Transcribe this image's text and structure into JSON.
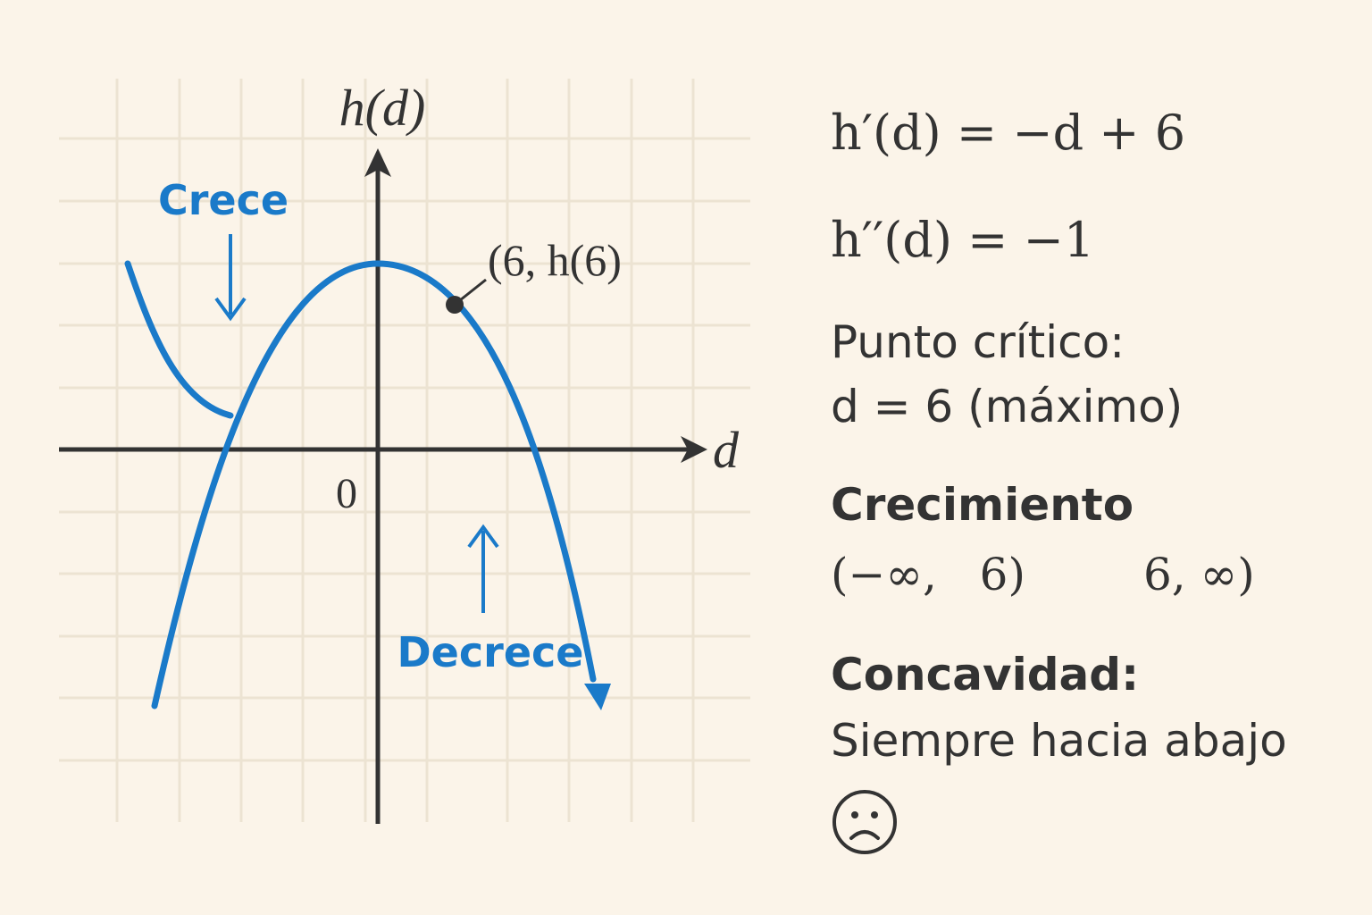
{
  "graph": {
    "y_axis_label": "h(d)",
    "x_axis_label": "d",
    "origin_label": "0",
    "point_label": "(6, h(6)",
    "label_increase": "Crece",
    "label_decrease": "Decrece",
    "curve_color": "#1a7ac9",
    "axis_color": "#333333",
    "grid_color": "#ece3d2"
  },
  "panel": {
    "first_derivative": "h′(d) = −d + 6",
    "second_derivative": "h′′(d) = −1",
    "critical_title": "Punto crítico:",
    "critical_value": "d = 6 (máximo)",
    "growth_title": "Crecimiento",
    "growth_interval_1": "(−∞,   6)",
    "growth_interval_2": "6, ∞)",
    "concavity_title": "Concavidad:",
    "concavity_value": "Siempre hacia abajo",
    "emoji": "sad-face-icon"
  }
}
